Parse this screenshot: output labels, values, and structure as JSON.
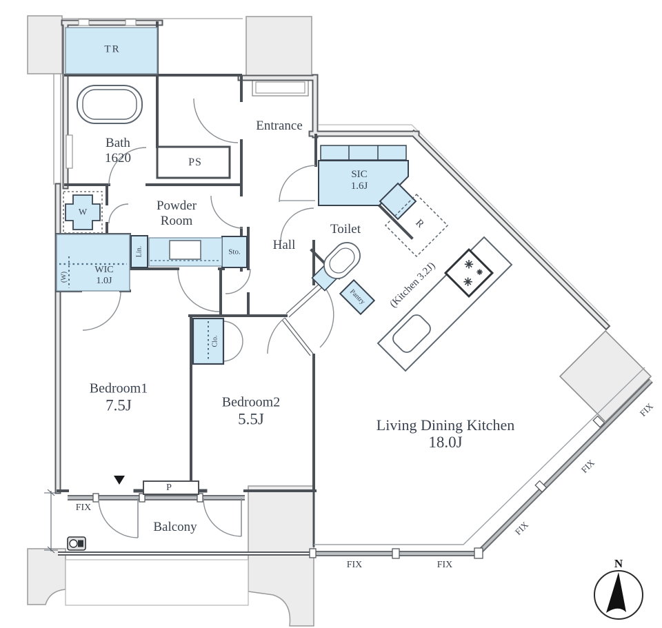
{
  "plan": {
    "rooms": {
      "tr": "TR",
      "bath": {
        "name": "Bath",
        "size": "1620"
      },
      "ps": "PS",
      "entrance": "Entrance",
      "powder": {
        "line1": "Powder",
        "line2": "Room"
      },
      "sic": {
        "name": "SIC",
        "area": "1.6J"
      },
      "toilet": "Toilet",
      "hall": "Hall",
      "fridge": "R",
      "kitchen": "(Kitchen 3.2J)",
      "wic": {
        "name": "WIC",
        "area": "1.0J"
      },
      "bedroom1": {
        "name": "Bedroom1",
        "area": "7.5J"
      },
      "bedroom2": {
        "name": "Bedroom2",
        "area": "5.5J"
      },
      "ldk": {
        "name": "Living Dining Kitchen",
        "area": "18.0J"
      },
      "balcony": "Balcony"
    },
    "fixtures": {
      "washer": "W",
      "washer_alt": "(W)",
      "linen": "Lin.",
      "storage": "Sto.",
      "closet": "Clo.",
      "pantry": "Pantry",
      "pipe_space": "P"
    },
    "windows": {
      "fix": "FIX"
    },
    "compass": {
      "north": "N"
    }
  },
  "colors": {
    "accent": "#cfe9f7",
    "wall": "#4b5057",
    "text": "#39424e",
    "block": "#ececec"
  }
}
